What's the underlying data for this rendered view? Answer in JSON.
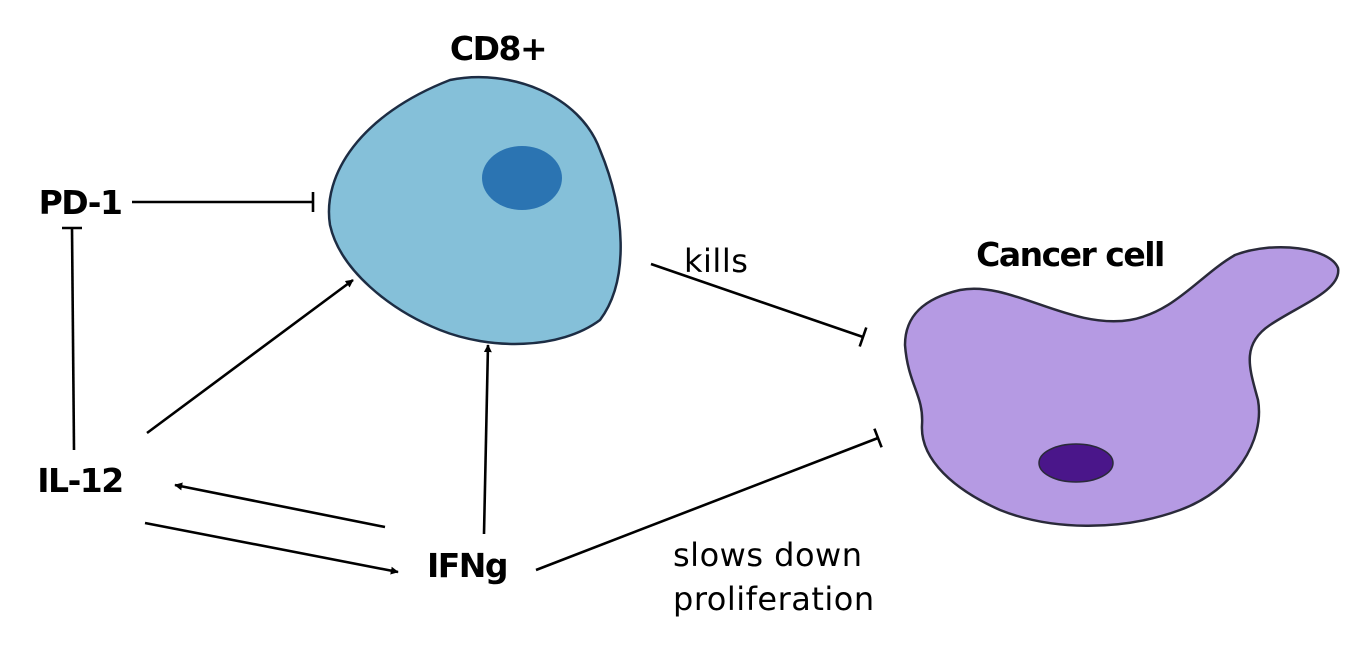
{
  "nodes": {
    "cd8": "CD8+",
    "cancer": "Cancer cell",
    "pd1": "PD-1",
    "il12": "IL-12",
    "ifng": "IFNg"
  },
  "edge_labels": {
    "kills": "kills",
    "slows_line1": "slows down",
    "slows_line2": "proliferation"
  },
  "colors": {
    "cd8_body": "#85c0d9",
    "cd8_nucleus": "#2b74b2",
    "cancer_body": "#b59ae3",
    "cancer_nucleus": "#4a168a",
    "outline": "#1d2d44"
  }
}
